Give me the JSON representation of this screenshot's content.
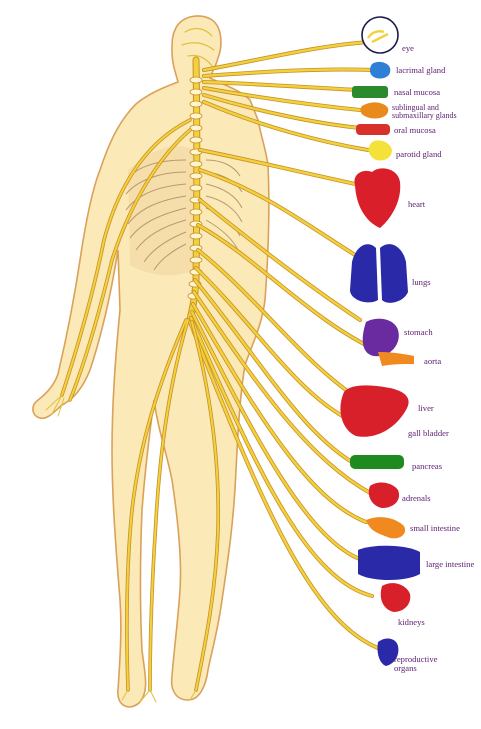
{
  "labels": {
    "eye": "eye",
    "lacrimal_gland": "lacrimal gland",
    "nasal_mucosa": "nasal mucosa",
    "sublingual_line1": "sublingual and",
    "sublingual_line2": "submaxillary glands",
    "oral_mucosa": "oral mucosa",
    "parotid_gland": "parotid gland",
    "heart": "heart",
    "lungs": "lungs",
    "stomach": "stomach",
    "aorta": "aorta",
    "liver": "liver",
    "gall_bladder": "gall bladder",
    "pancreas": "pancreas",
    "adrenals": "adrenals",
    "small_intestine": "small intestine",
    "large_intestine": "large intestine",
    "kidneys": "kidneys",
    "reproductive_line1": "reproductive",
    "reproductive_line2": "organs"
  },
  "colors": {
    "body_fill": "#fbe9b8",
    "body_outline": "#d9a25a",
    "nerve": "#f2d23c",
    "nerve_outline": "#c98f2a",
    "label_text": "#5a1b6e",
    "eye_outline": "#1b1b4a",
    "lacrimal": "#2f7fd6",
    "nasal": "#2b8a2b",
    "sublingual": "#e88a1c",
    "oral": "#d8302a",
    "parotid": "#f4e23a",
    "heart": "#d9202a",
    "lungs": "#2a2aa8",
    "stomach": "#6a2aa0",
    "aorta": "#f08a20",
    "liver": "#d8202a",
    "pancreas": "#1f8a1f",
    "adrenals": "#d8202a",
    "small_intestine": "#f08a20",
    "large_intestine": "#2a2aa8",
    "kidneys": "#d8202a",
    "reproductive": "#2a2aa8"
  }
}
